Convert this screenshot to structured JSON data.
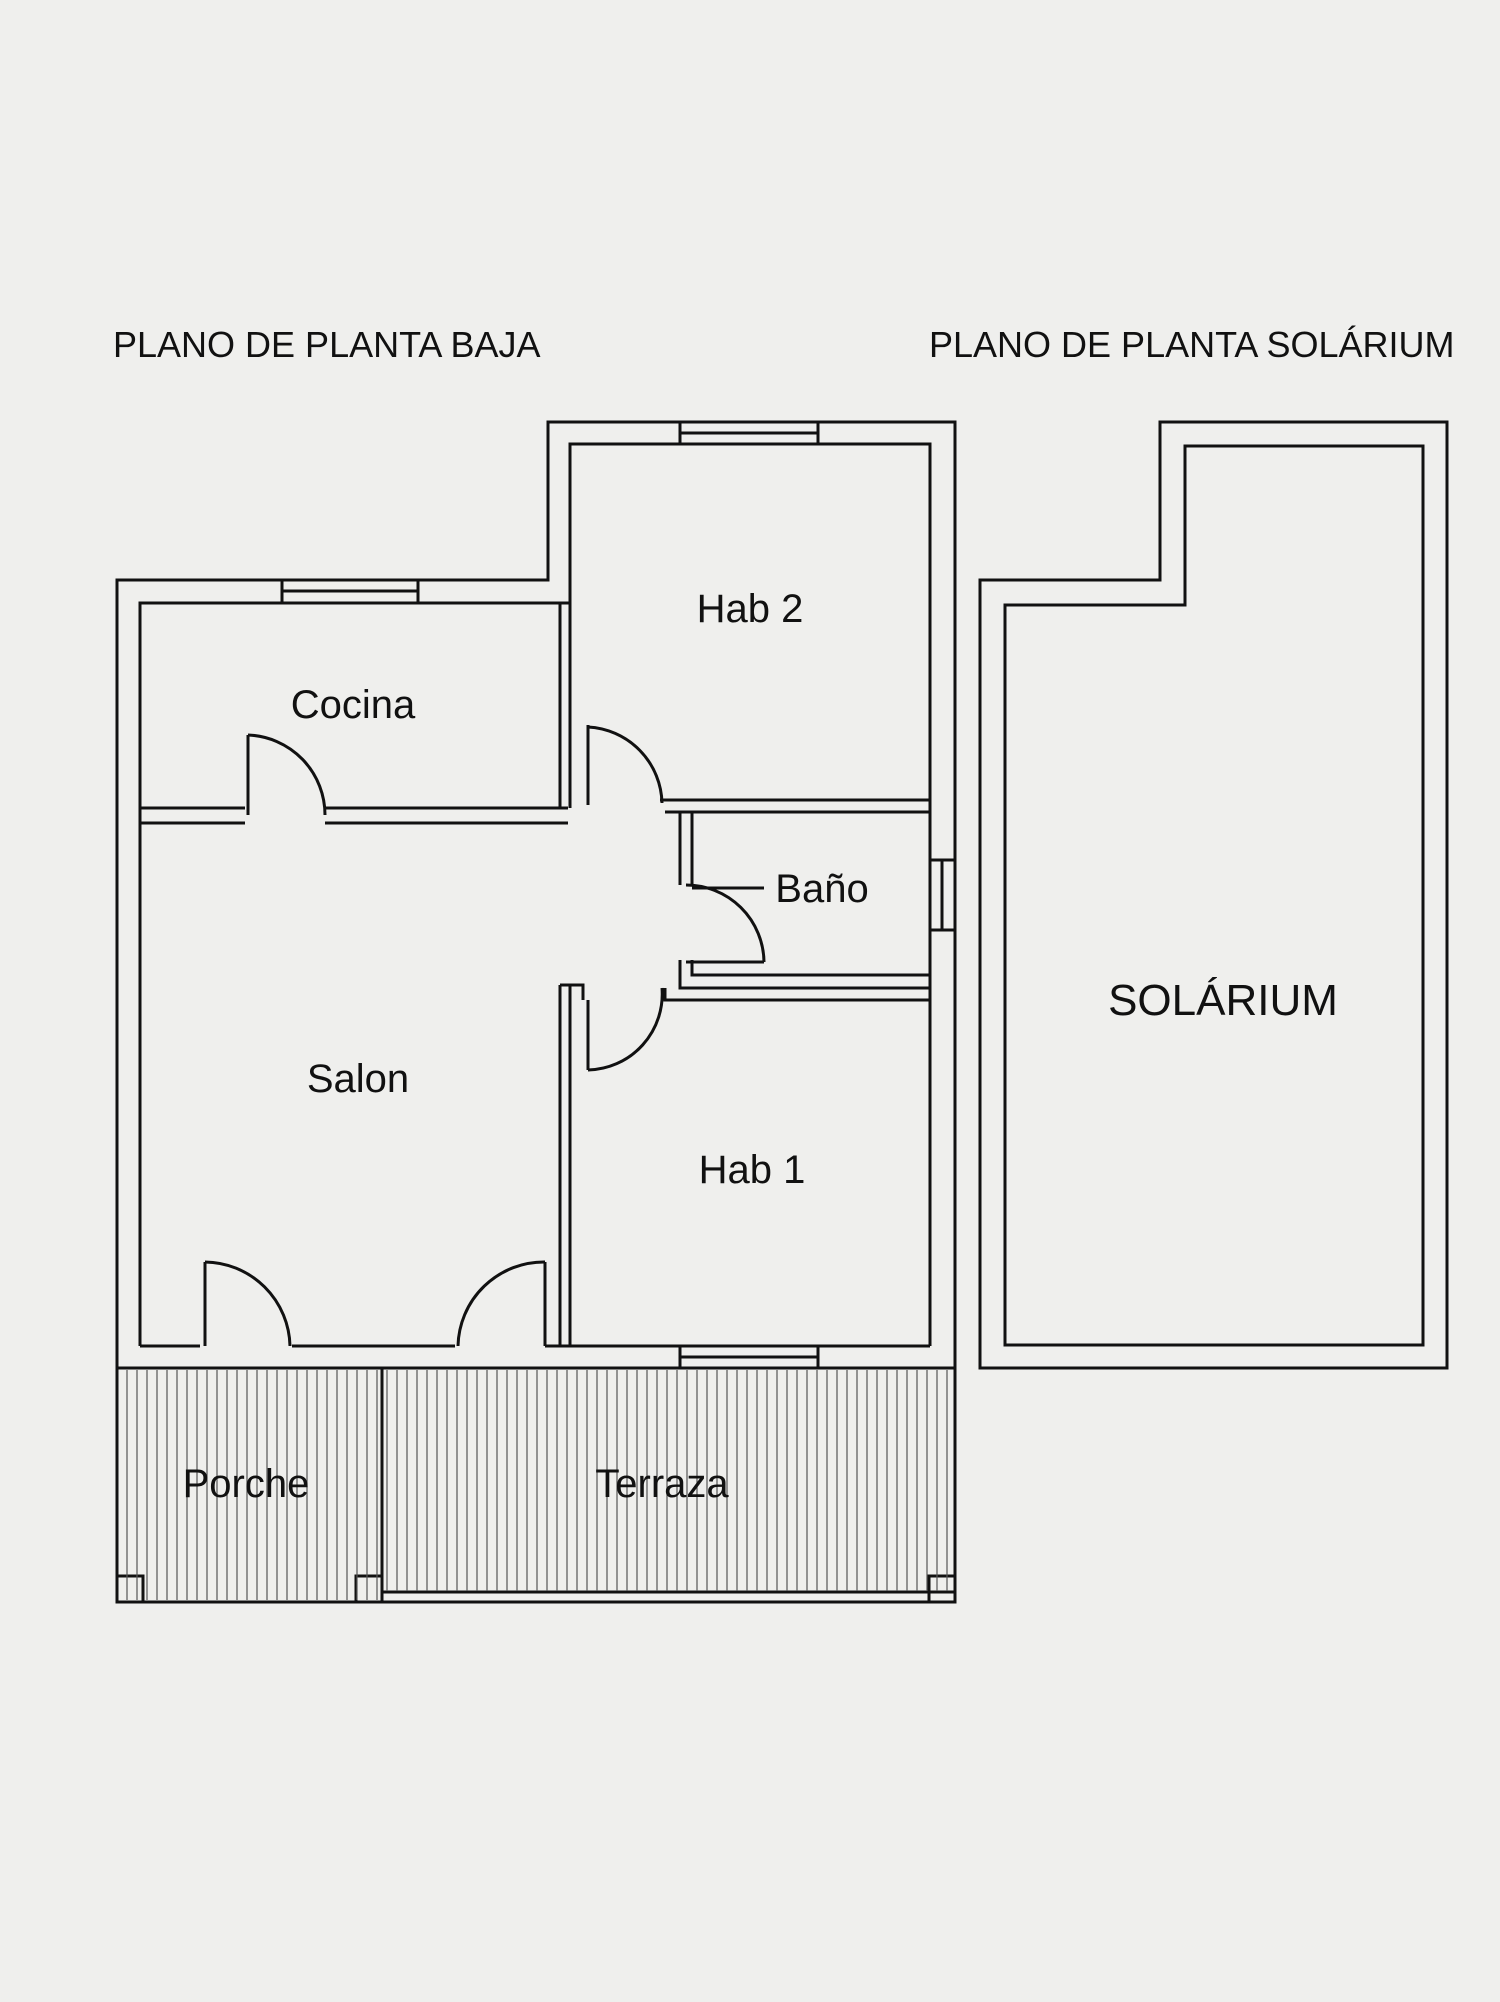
{
  "headings": {
    "ground_floor": "PLANO DE PLANTA BAJA",
    "solarium_floor": "PLANO DE PLANTA SOLÁRIUM"
  },
  "rooms": {
    "cocina": "Cocina",
    "hab2": "Hab 2",
    "bano": "Baño",
    "salon": "Salon",
    "hab1": "Hab 1",
    "porche": "Porche",
    "terraza": "Terraza",
    "solarium": "SOLÁRIUM"
  },
  "colors": {
    "paper": "#efefed",
    "line": "#111111"
  }
}
